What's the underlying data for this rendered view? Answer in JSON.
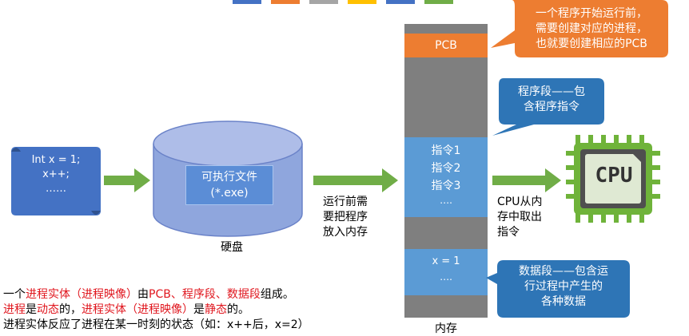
{
  "colors": {
    "blue": "#4472c4",
    "orange": "#ed7d31",
    "gray": "#7f7f7f",
    "green": "#70ad47",
    "red": "#e0161e",
    "light_blue": "#5b9bd5"
  },
  "code_scroll": {
    "line1": "Int x = 1;",
    "line2": "x++;",
    "line3": "……"
  },
  "disk": {
    "file_name": "可执行文件",
    "file_ext": "(*.exe)",
    "label": "硬盘"
  },
  "arrow_label_load": {
    "line1": "运行前需",
    "line2": "要把程序",
    "line3": "放入内存"
  },
  "memory": {
    "pcb": "PCB",
    "instr1": "指令1",
    "instr2": "指令2",
    "instr3": "指令3",
    "instr_more": "….",
    "data1": "x = 1",
    "data_more": "….",
    "label": "内存"
  },
  "arrow_label_cpu": {
    "line1": "CPU从内",
    "line2": "存中取出",
    "line3": "指令"
  },
  "cpu": {
    "label": "CPU"
  },
  "callouts": {
    "pcb": {
      "line1": "一个程序开始运行前，",
      "line2": "需要创建对应的进程，",
      "line3": "也就要创建相应的PCB"
    },
    "program": {
      "line1": "程序段——包",
      "line2": "含程序指令"
    },
    "data": {
      "line1": "数据段——包含运",
      "line2": "行过程中产生的",
      "line3": "各种数据"
    }
  },
  "notes": {
    "line1": {
      "a": "一个",
      "b": "进程实体（进程映像）",
      "c": "由",
      "d": "PCB、程序段、数据段",
      "e": "组成。"
    },
    "line2": {
      "a": "进程",
      "b": "是",
      "c": "动态",
      "d": "的，",
      "e": "进程实体（进程映像）",
      "f": "是",
      "g": "静态",
      "h": "的。"
    },
    "line3": "进程实体反应了进程在某一时刻的状态（如：x++后，x=2）"
  }
}
